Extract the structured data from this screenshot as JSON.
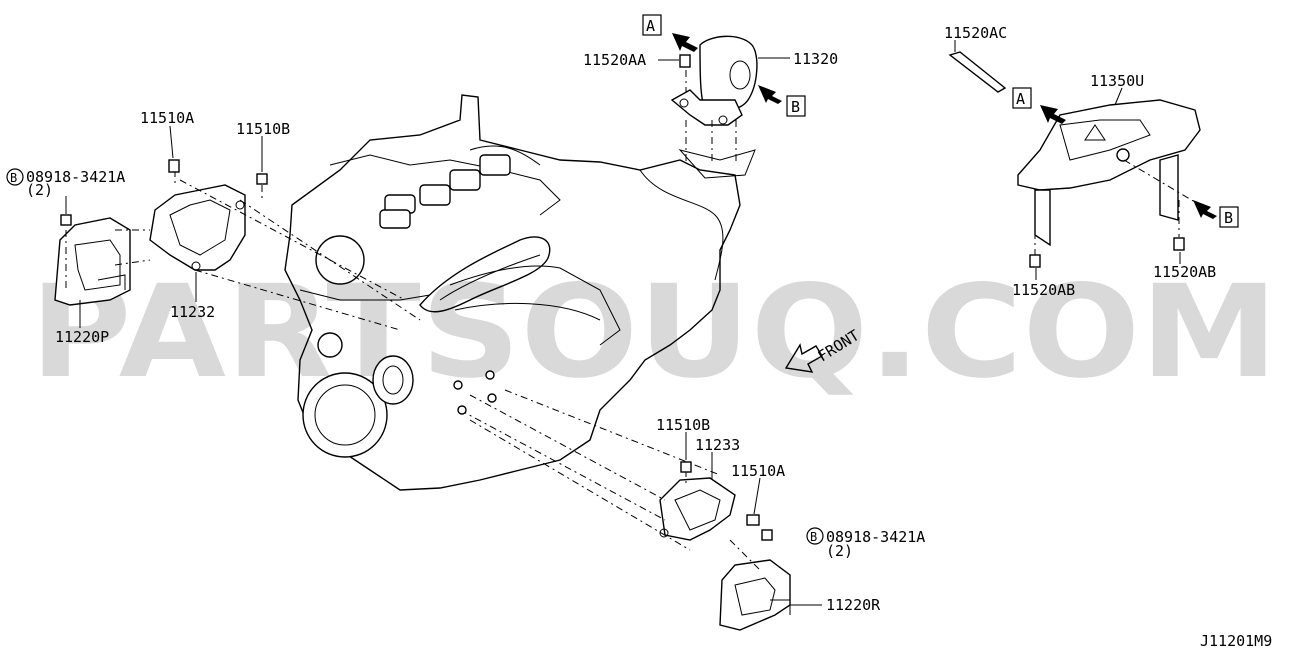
{
  "watermark": "PARTSOUQ.COM",
  "diagram_code": "J11201M9",
  "front_label": "FRONT",
  "callouts": {
    "p11520AC": "11520AC",
    "p11520AA": "11520AA",
    "p11320": "11320",
    "p11350U": "11350U",
    "p11520AB_left": "11520AB",
    "p11520AB_right": "11520AB",
    "p11510A_top": "11510A",
    "p11510B_top": "11510B",
    "p08918_top_num": "08918-3421A",
    "p08918_top_qty": "(2)",
    "p11220P": "11220P",
    "p11232": "11232",
    "p11510B_bottom": "11510B",
    "p11233": "11233",
    "p11510A_bottom": "11510A",
    "p08918_bottom_num": "08918-3421A",
    "p08918_bottom_qty": "(2)",
    "p11220R": "11220R"
  },
  "ref_markers": {
    "a1": "A",
    "b1": "B",
    "a2": "A",
    "b2": "B",
    "circle_b_top": "B",
    "circle_b_bottom": "B"
  }
}
